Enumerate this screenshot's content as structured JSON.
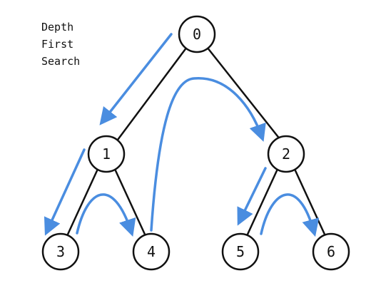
{
  "title": {
    "line1": "Depth",
    "line2": "First",
    "line3": "Search"
  },
  "tree": {
    "nodes": [
      "0",
      "1",
      "2",
      "3",
      "4",
      "5",
      "6"
    ],
    "edges": [
      [
        "0",
        "1"
      ],
      [
        "0",
        "2"
      ],
      [
        "1",
        "3"
      ],
      [
        "1",
        "4"
      ],
      [
        "2",
        "5"
      ],
      [
        "2",
        "6"
      ]
    ],
    "traversal_order": [
      "0",
      "1",
      "3",
      "4",
      "2",
      "5",
      "6"
    ]
  },
  "colors": {
    "node_stroke": "#111111",
    "edge": "#111111",
    "traversal_arrow": "#4a8de0",
    "background": "#ffffff"
  }
}
